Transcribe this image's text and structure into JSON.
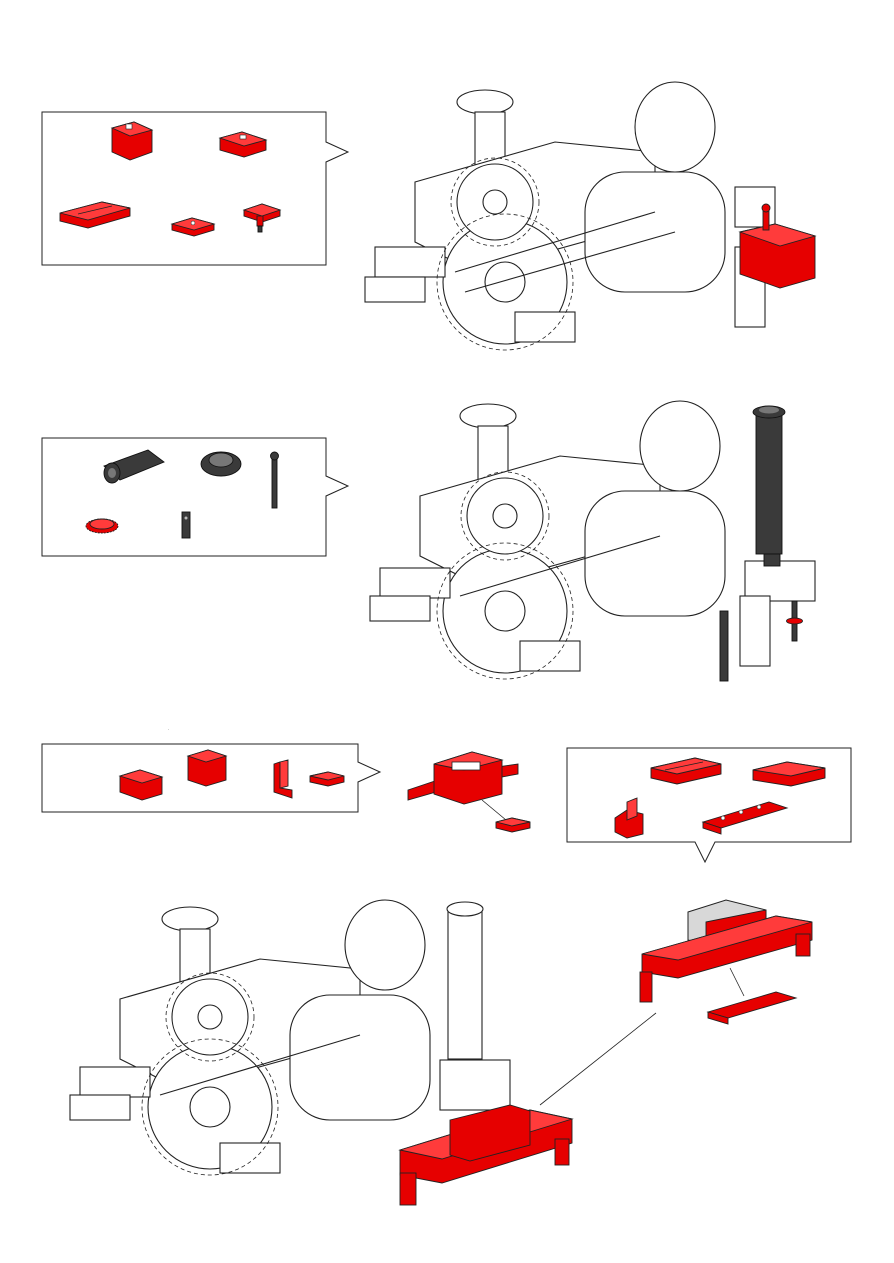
{
  "page": {
    "steps": [
      {
        "id": "step-1",
        "callout_parts": [
          "red-building-block-30",
          "red-building-block-15",
          "red-building-plate-15x60",
          "red-building-plate-15x30",
          "red-angle-bracket-with-axle"
        ],
        "assembly_highlight": "red-block-assembly-on-right-side"
      },
      {
        "id": "step-2",
        "callout_parts": [
          "black-cylinder-sleeve",
          "black-hub-nut",
          "black-axle-rod",
          "red-gear-z10",
          "black-spacer"
        ],
        "assembly_highlight": "chimney-and-axle-on-right-side"
      },
      {
        "id": "step-3",
        "callout_parts_left": [
          "red-building-block-15-double",
          "red-building-block-30",
          "red-angle-block",
          "red-plate-15x30"
        ],
        "callout_parts_right": [
          "red-plate-15x60",
          "red-plate-15x45",
          "red-angle-block",
          "red-strip-with-holes"
        ],
        "assembly_highlight": "red-chassis-frame-below-engine"
      }
    ],
    "colors": {
      "highlight": "#e60000",
      "outline": "#222222",
      "dark_part": "#3a3a3a",
      "background": "#ffffff"
    }
  }
}
